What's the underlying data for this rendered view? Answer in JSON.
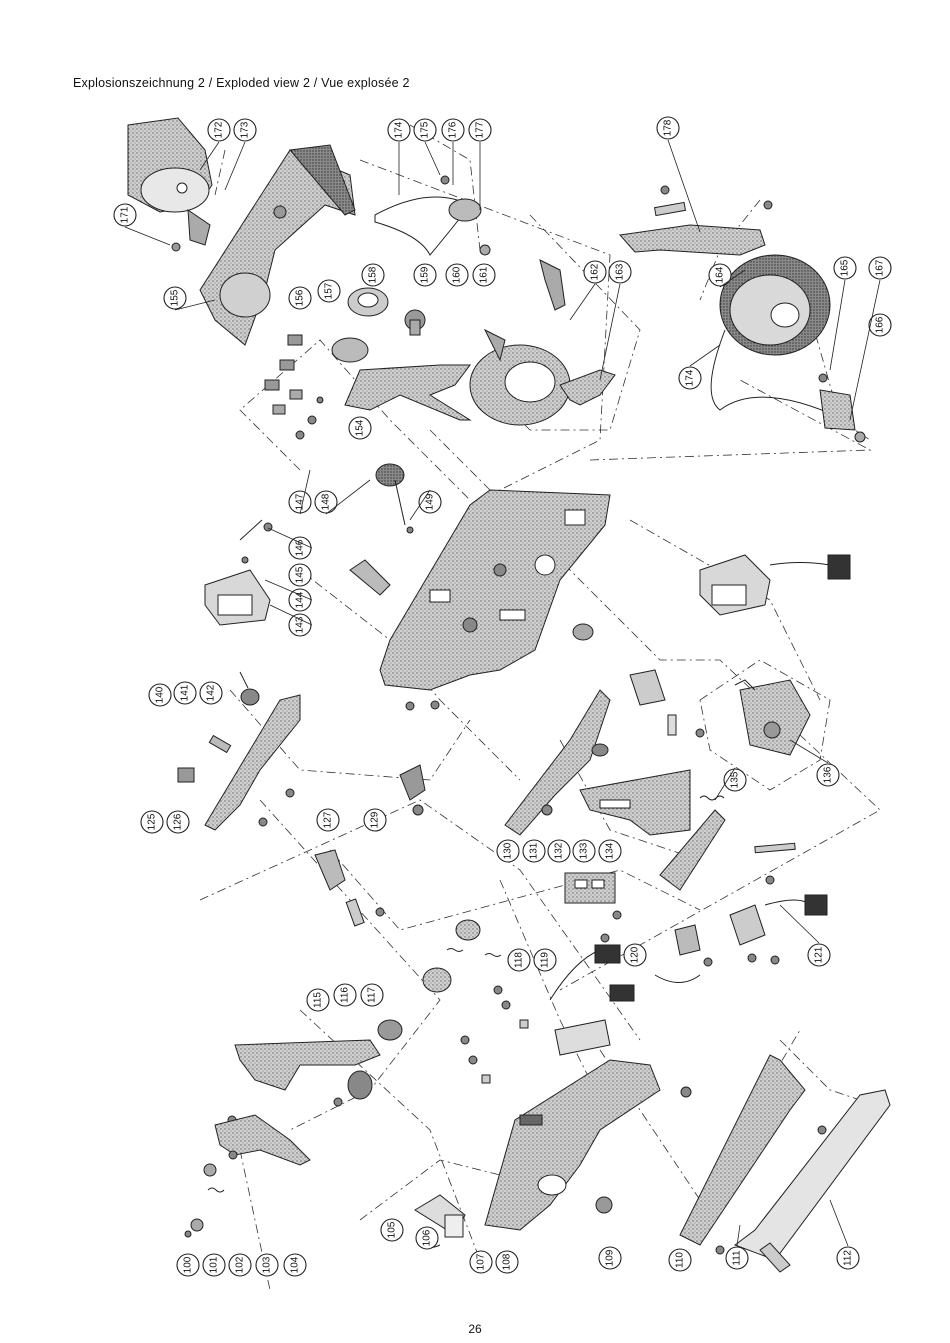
{
  "header": {
    "title": "Explosionszeichnung 2 / Exploded view 2 / Vue explosée 2"
  },
  "footer": {
    "page_number": "26"
  },
  "callouts": [
    "100",
    "101",
    "102",
    "103",
    "104",
    "105",
    "106",
    "107",
    "108",
    "109",
    "110",
    "111",
    "112",
    "115",
    "116",
    "117",
    "118",
    "119",
    "120",
    "121",
    "125",
    "126",
    "127",
    "129",
    "130",
    "131",
    "132",
    "133",
    "134",
    "135",
    "136",
    "140",
    "141",
    "142",
    "143",
    "144",
    "145",
    "146",
    "147",
    "148",
    "149",
    "154",
    "155",
    "156",
    "157",
    "158",
    "159",
    "160",
    "161",
    "162",
    "163",
    "164",
    "165",
    "166",
    "167",
    "171",
    "172",
    "173",
    "174",
    "174",
    "175",
    "176",
    "177",
    "178"
  ]
}
